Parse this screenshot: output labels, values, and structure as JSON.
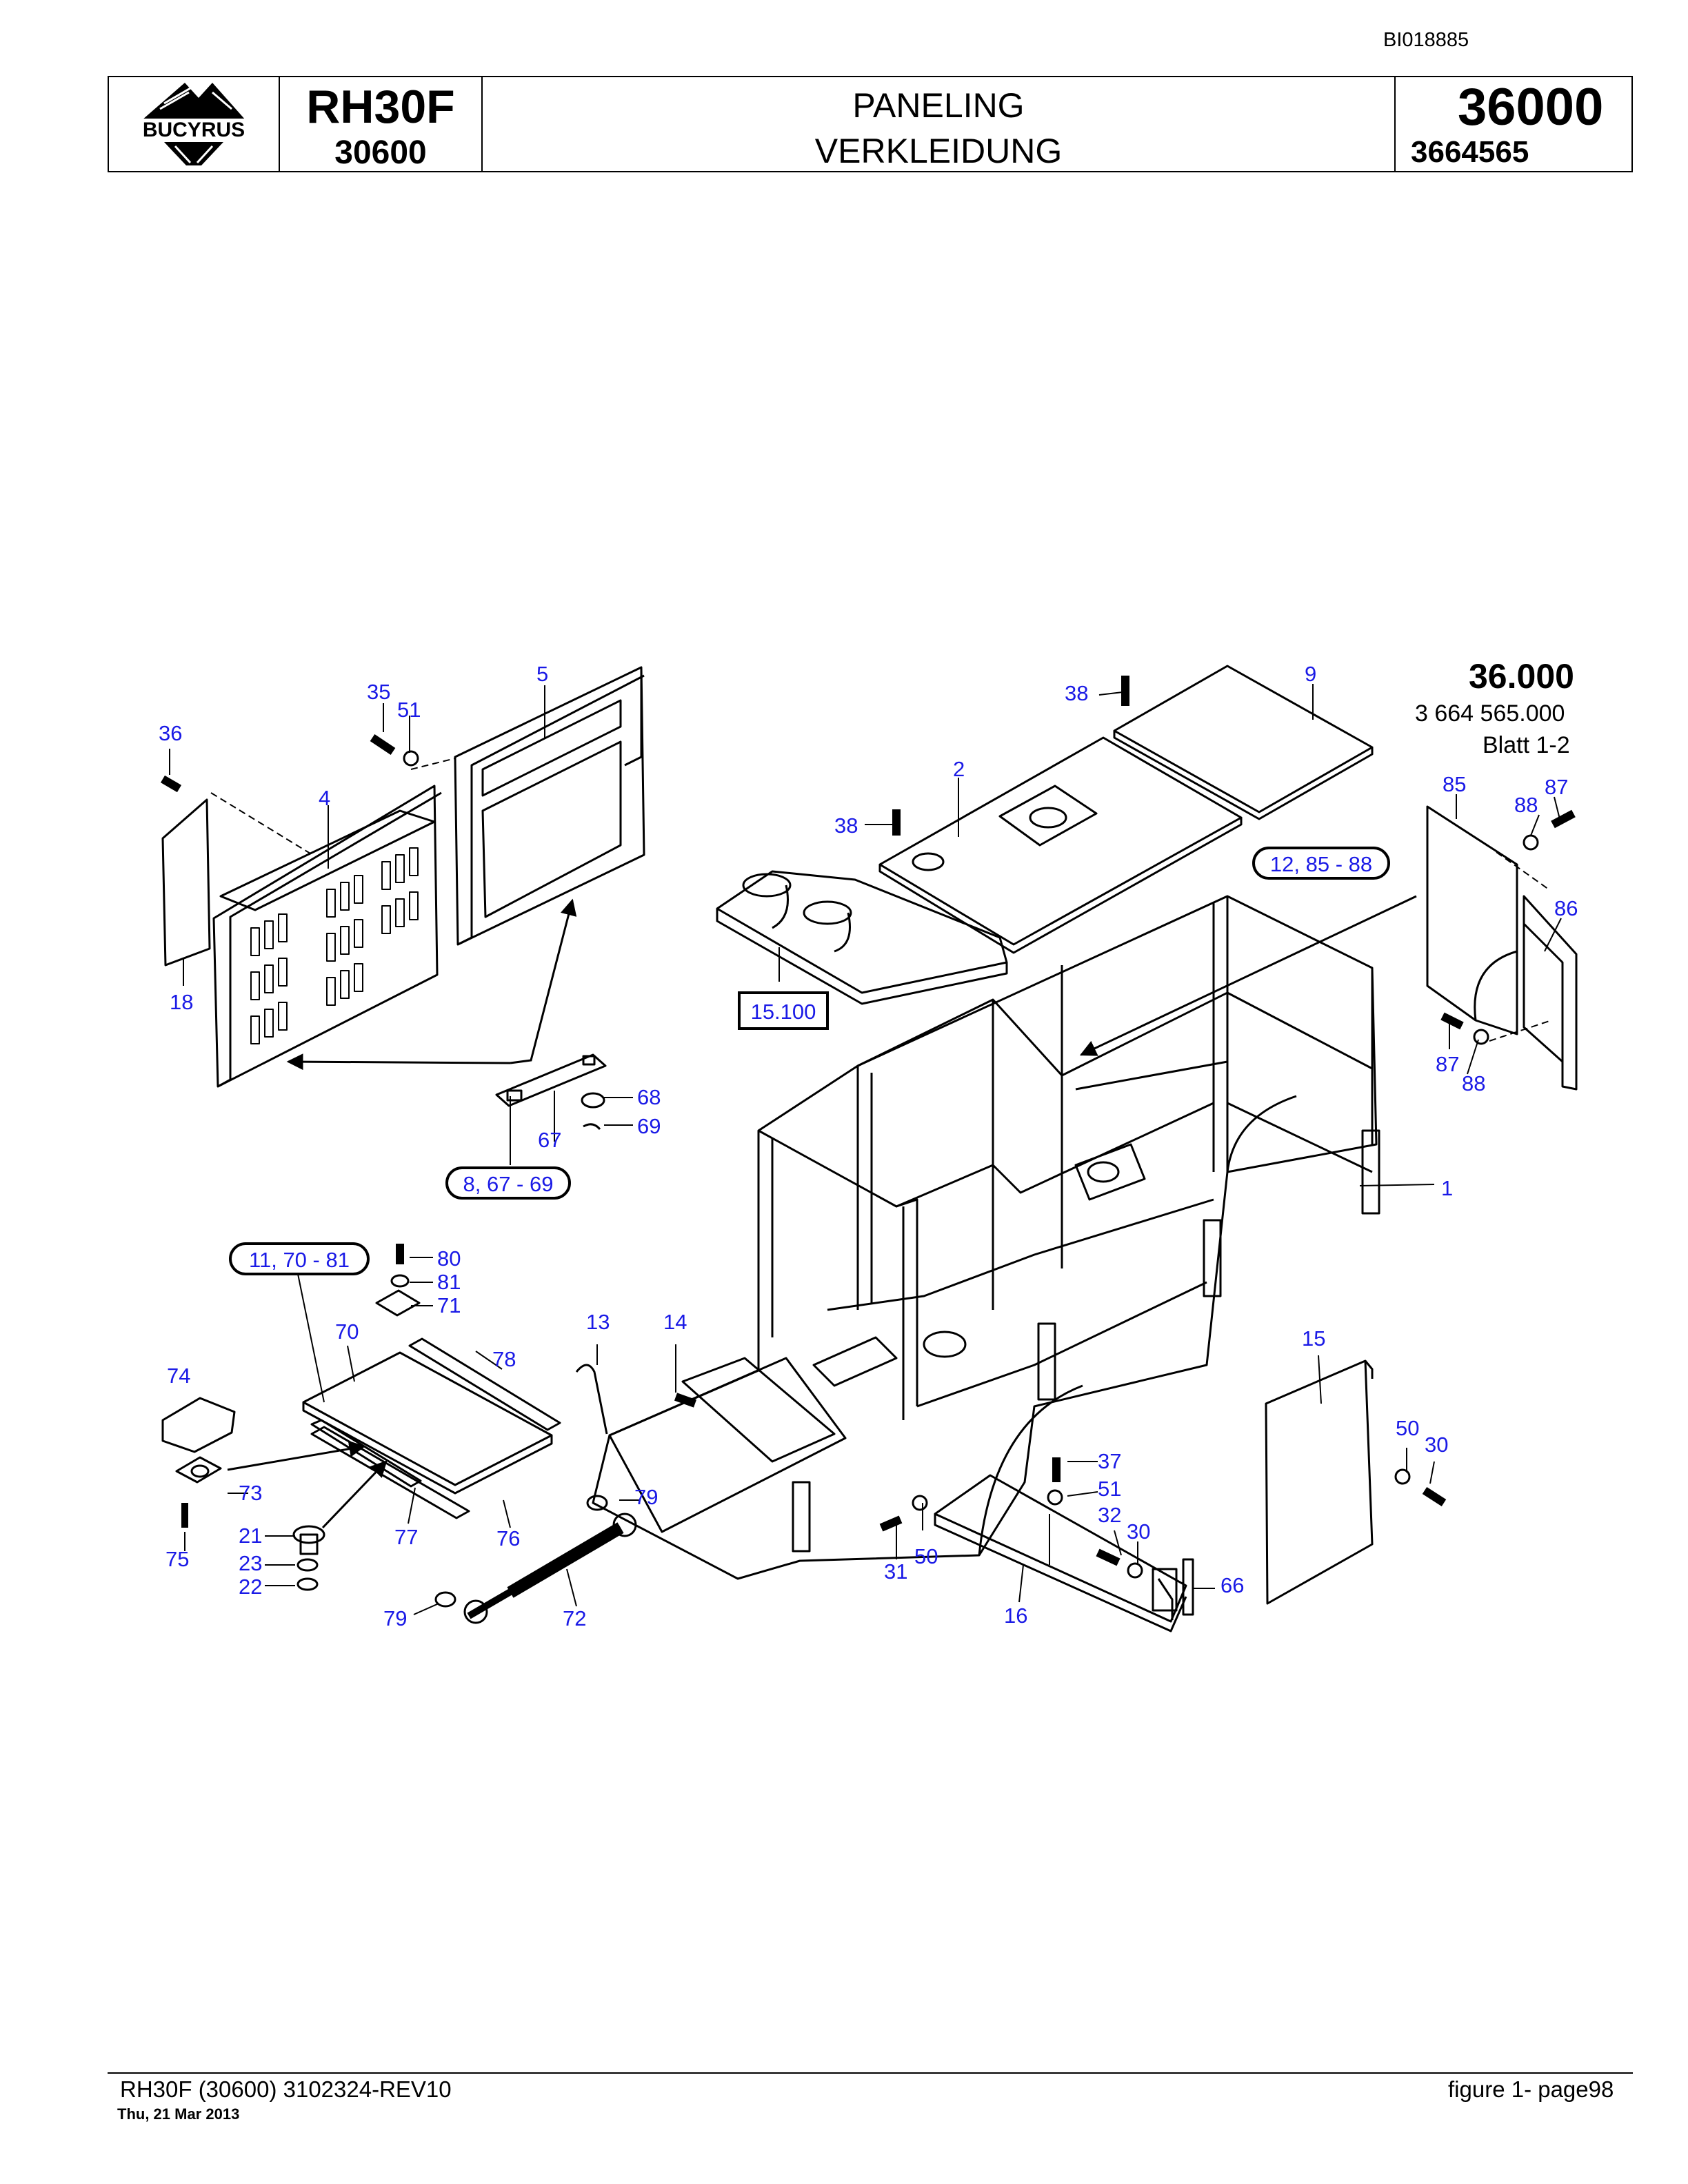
{
  "document_id": "BI018885",
  "header": {
    "brand": "BUCYRUS",
    "model": "RH30F",
    "series": "30600",
    "title_en": "PANELING",
    "title_de": "VERKLEIDUNG",
    "group_number": "36000",
    "part_number": "3664565"
  },
  "drawing_ref": {
    "group": "36.000",
    "part": "3 664 565.000",
    "sheet": "Blatt 1-2"
  },
  "callouts": [
    "1",
    "2",
    "4",
    "5",
    "9",
    "13",
    "14",
    "15",
    "16",
    "18",
    "21",
    "22",
    "23",
    "30",
    "30",
    "31",
    "32",
    "35",
    "36",
    "37",
    "38",
    "38",
    "50",
    "50",
    "51",
    "51",
    "66",
    "67",
    "68",
    "69",
    "70",
    "71",
    "72",
    "73",
    "74",
    "75",
    "76",
    "77",
    "78",
    "79",
    "79",
    "80",
    "81",
    "85",
    "86",
    "87",
    "87",
    "88",
    "88"
  ],
  "group_boxes": [
    {
      "label": "12, 85 - 88",
      "style": "rounded"
    },
    {
      "label": "8, 67 - 69",
      "style": "rounded"
    },
    {
      "label": "11, 70 - 81",
      "style": "rounded"
    },
    {
      "label": "15.100",
      "style": "square"
    }
  ],
  "footer": {
    "left": "RH30F (30600) 3102324-REV10",
    "date": "Thu, 21 Mar 2013",
    "right": "figure  1- page98"
  },
  "colors": {
    "callout": "#1a1ae6",
    "line": "#000000"
  }
}
